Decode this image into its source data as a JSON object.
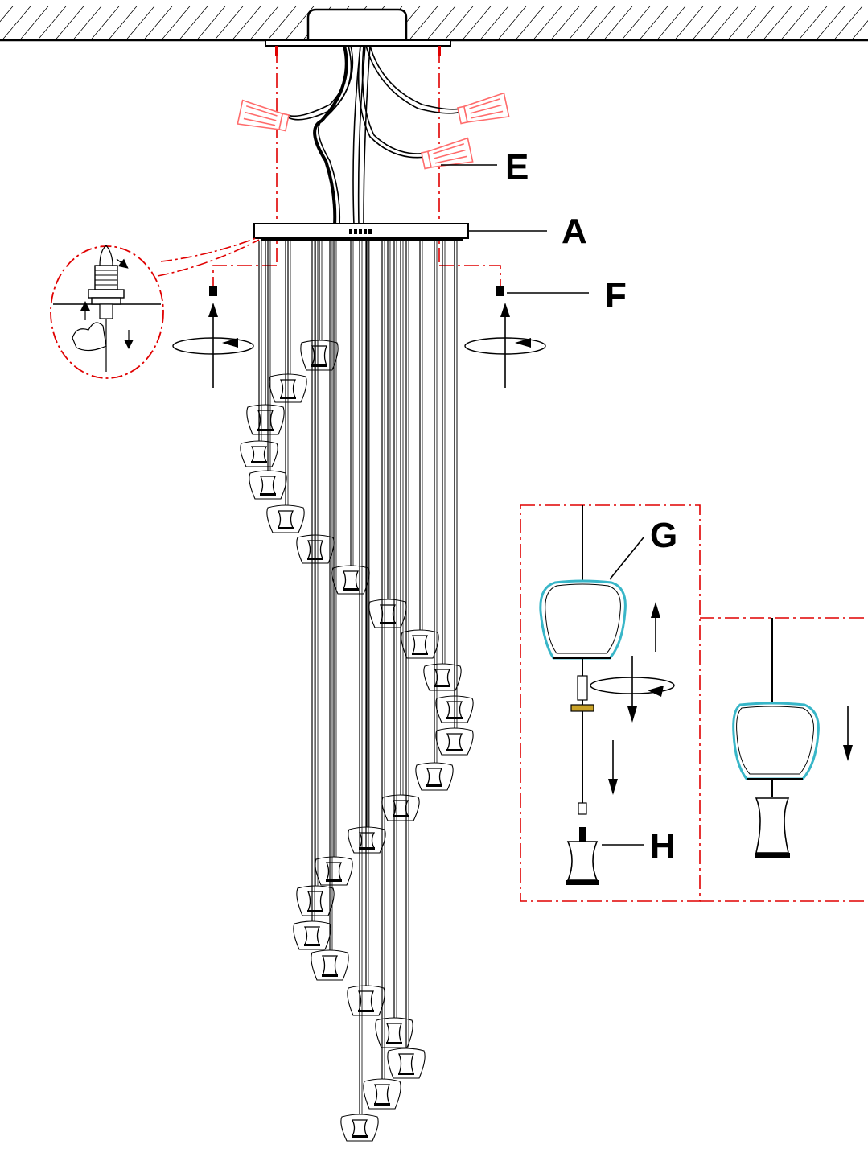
{
  "labels": {
    "A": "A",
    "E": "E",
    "F": "F",
    "G": "G",
    "H": "H"
  },
  "colors": {
    "line": "#000000",
    "guide": "#e00000",
    "connector": "#ff6b6b",
    "glass_highlight": "#38b6c8",
    "gold_clip": "#c9a227"
  },
  "icons": {
    "ceiling": "hatched-ceiling",
    "connectors": "wire-nut-icon",
    "rotate": "rotate-arrow-icon",
    "arrows": "direction-arrow-icon"
  },
  "pendants": [
    [
      397,
      420,
      460
    ],
    [
      358,
      462,
      500
    ],
    [
      330,
      500,
      540
    ],
    [
      322,
      545,
      580
    ],
    [
      333,
      582,
      620
    ],
    [
      355,
      625,
      662
    ],
    [
      392,
      662,
      700
    ],
    [
      436,
      700,
      738
    ],
    [
      482,
      742,
      780
    ],
    [
      522,
      780,
      818
    ],
    [
      550,
      822,
      858
    ],
    [
      565,
      862,
      898
    ],
    [
      565,
      902,
      938
    ],
    [
      540,
      945,
      982
    ],
    [
      498,
      985,
      1020
    ],
    [
      456,
      1025,
      1060
    ],
    [
      415,
      1062,
      1100
    ],
    [
      392,
      1098,
      1138
    ],
    [
      388,
      1142,
      1180
    ],
    [
      410,
      1178,
      1218
    ],
    [
      455,
      1222,
      1262
    ],
    [
      490,
      1262,
      1302
    ],
    [
      505,
      1300,
      1340
    ],
    [
      475,
      1338,
      1378
    ],
    [
      447,
      1382,
      1418
    ]
  ]
}
